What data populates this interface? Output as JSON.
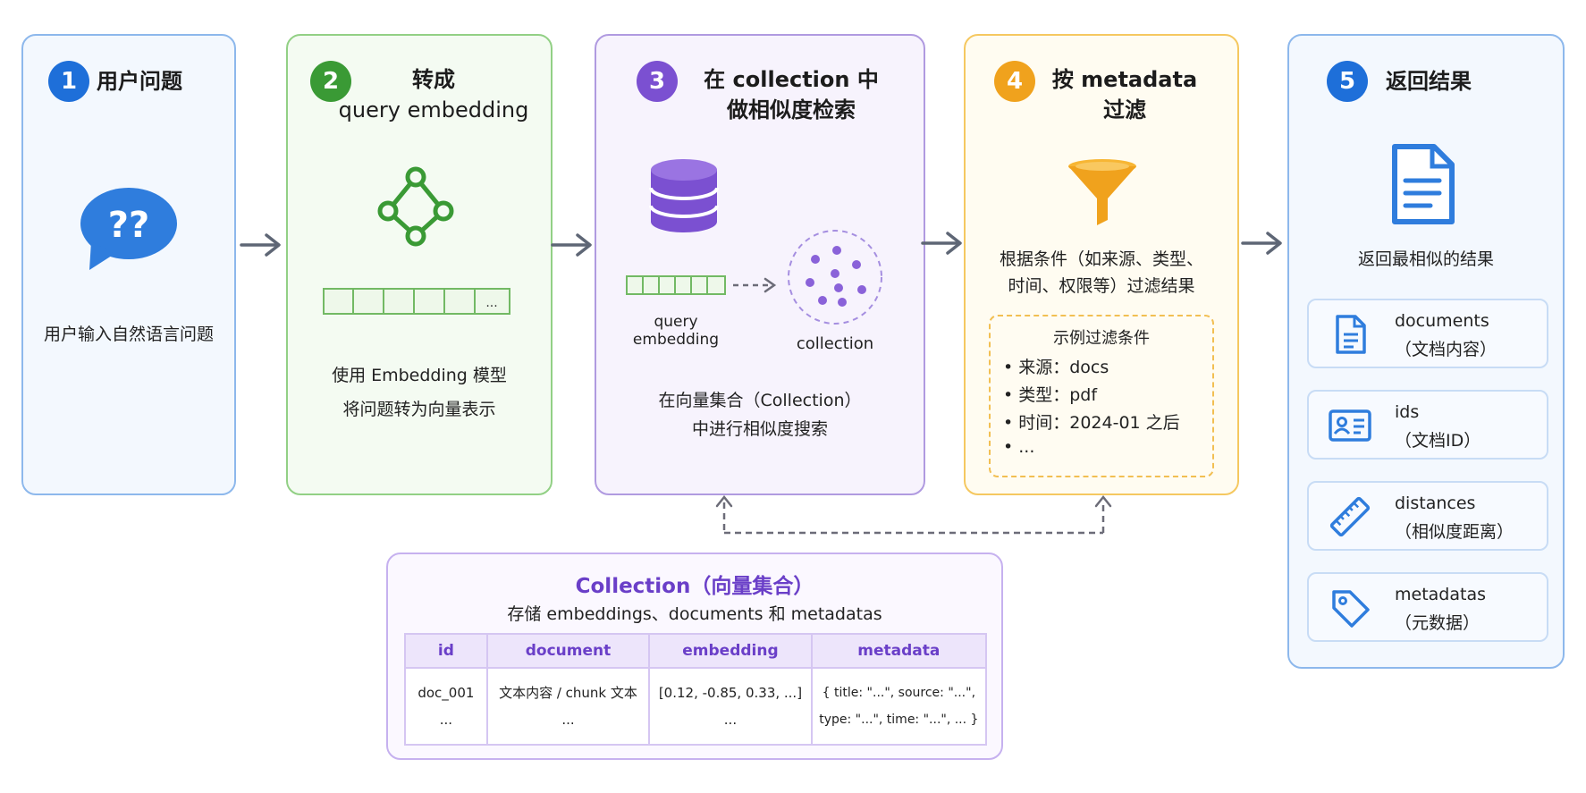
{
  "steps": [
    {
      "number": "1",
      "title": "用户问题",
      "desc": [
        "用户输入自然语言问题"
      ],
      "color": "#1e6fd9"
    },
    {
      "number": "2",
      "title_lines": [
        "转成",
        "query embedding"
      ],
      "desc": [
        "使用 Embedding 模型",
        "将问题转为向量表示"
      ],
      "color": "#3a9a35"
    },
    {
      "number": "3",
      "title_lines": [
        "在 collection 中",
        "做相似度检索"
      ],
      "desc": [
        "在向量集合（Collection）",
        "中进行相似度搜索"
      ],
      "color": "#7b50d1",
      "label_query": "query embedding",
      "label_collection": "collection",
      "vector_ellipsis": "..."
    },
    {
      "number": "4",
      "title_lines": [
        "按 metadata",
        "过滤"
      ],
      "desc": [
        "根据条件（如来源、类型、",
        "时间、权限等）过滤结果"
      ],
      "color": "#f0a21d"
    },
    {
      "number": "5",
      "title": "返回结果",
      "desc": [
        "返回最相似的结果"
      ],
      "color": "#1e6fd9"
    }
  ],
  "step1_icon_text": "??",
  "step2_vector_ellipsis": "...",
  "filter_example": {
    "title": "示例过滤条件",
    "items": [
      "• 来源：docs",
      "• 类型：pdf",
      "• 时间：2024-01 之后",
      "• ..."
    ]
  },
  "results": [
    {
      "name": "documents",
      "desc": "（文档内容）",
      "icon": "document-icon"
    },
    {
      "name": "ids",
      "desc": "（文档ID）",
      "icon": "id-card-icon"
    },
    {
      "name": "distances",
      "desc": "（相似度距离）",
      "icon": "ruler-icon"
    },
    {
      "name": "metadatas",
      "desc": "（元数据）",
      "icon": "tag-icon"
    }
  ],
  "collection": {
    "title": "Collection（向量集合）",
    "subtitle": "存储 embeddings、documents 和 metadatas",
    "headers": [
      "id",
      "document",
      "embedding",
      "metadata"
    ],
    "row": [
      [
        "doc_001",
        "..."
      ],
      [
        "文本内容 / chunk 文本",
        "..."
      ],
      [
        "[0.12, -0.85, 0.33, ...]",
        "..."
      ],
      [
        "{ title: \"...\", source: \"...\",",
        "type: \"...\", time: \"...\", ... }"
      ]
    ]
  }
}
